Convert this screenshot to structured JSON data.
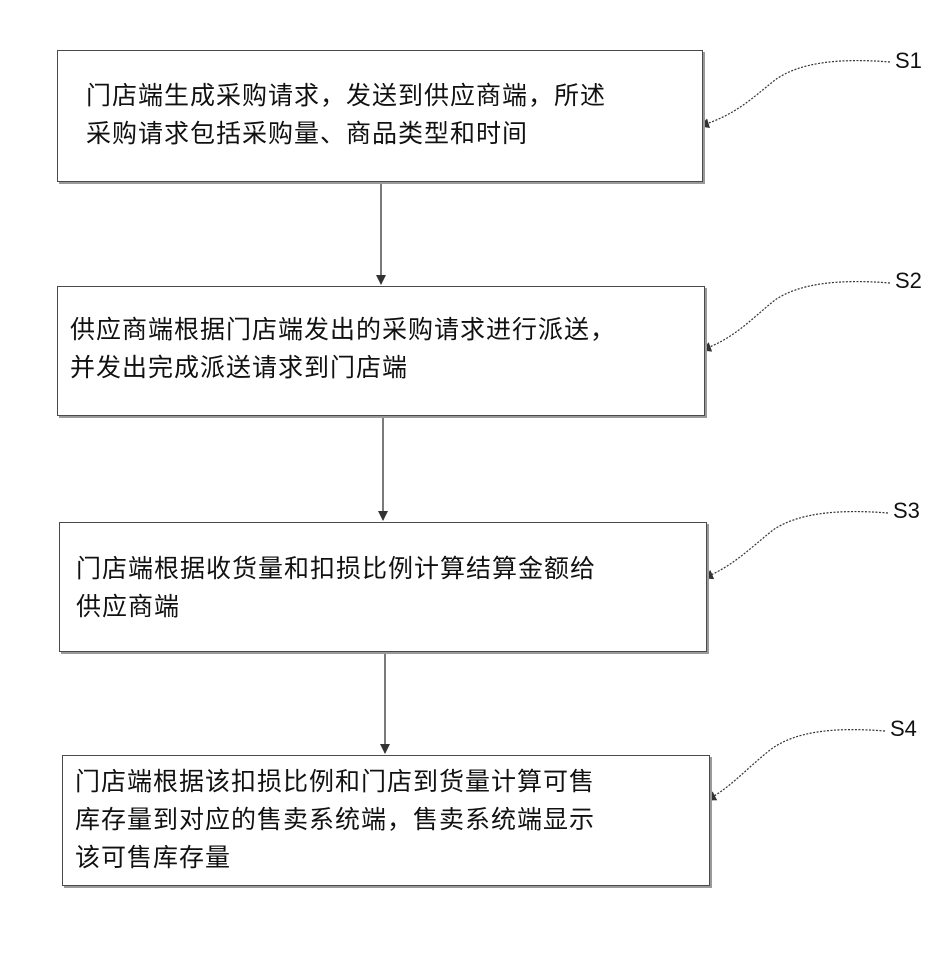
{
  "steps": [
    {
      "id": "S1",
      "lines": [
        "门店端生成采购请求，发送到供应商端，所述",
        "采购请求包括采购量、商品类型和时间"
      ]
    },
    {
      "id": "S2",
      "lines": [
        "供应商端根据门店端发出的采购请求进行派送，",
        "并发出完成派送请求到门店端"
      ]
    },
    {
      "id": "S3",
      "lines": [
        "门店端根据收货量和扣损比例计算结算金额给",
        "供应商端"
      ]
    },
    {
      "id": "S4",
      "lines": [
        "门店端根据该扣损比例和门店到货量计算可售",
        "库存量到对应的售卖系统端，售卖系统端显示",
        "该可售库存量"
      ]
    }
  ],
  "colors": {
    "box_border": "#4a4a4a",
    "box_shadow": "#9a9a9a",
    "text": "#111111",
    "connector": "#333333"
  }
}
